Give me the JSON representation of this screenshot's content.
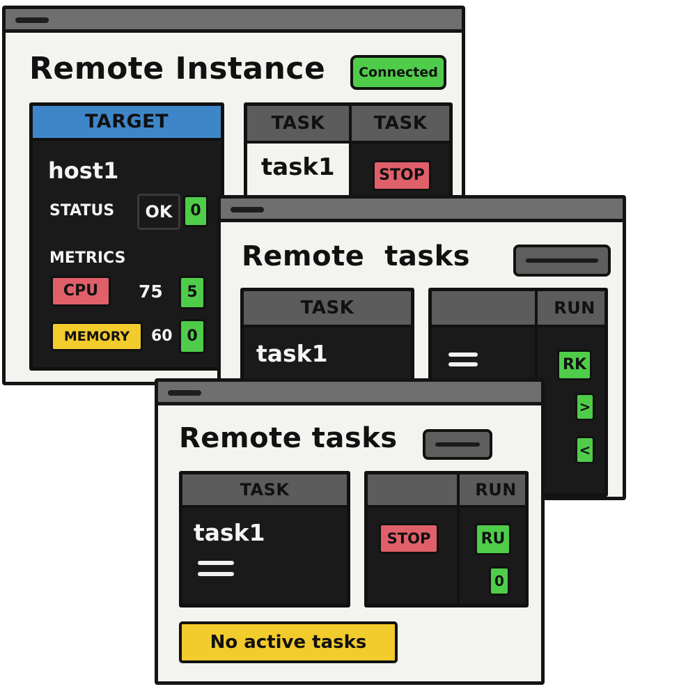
{
  "window1": {
    "title": "Remote Instance",
    "connection_badge": "Connected",
    "target_panel": {
      "header": "TARGET",
      "host": "host1",
      "status_label": "STATUS",
      "status_value": "OK",
      "status_chip": "0",
      "metrics_label": "METRICS",
      "cpu_label": "CPU",
      "cpu_value": "75",
      "cpu_chip": "5",
      "memory_label": "MEMORY",
      "memory_value": "60",
      "memory_chip": "0"
    },
    "task_table": {
      "headers": [
        "TASK",
        "TASK"
      ],
      "task_name": "task1",
      "action": "STOP"
    }
  },
  "window2": {
    "title": "Remote  tasks",
    "task_panel": {
      "header": "TASK",
      "task_name": "task1"
    },
    "run_panel": {
      "header": "RUN",
      "run_button": "RK",
      "next_button": ">",
      "prev_button": "<"
    }
  },
  "window3": {
    "title": "Remote tasks",
    "task_panel": {
      "header": "TASK",
      "task_name": "task1"
    },
    "run_panel": {
      "header": "RUN",
      "stop_button": "STOP",
      "run_button": "RU",
      "zero_chip": "0"
    },
    "empty_state": "No active tasks"
  },
  "colors": {
    "green": "#4fcd4a",
    "red": "#e0606a",
    "yellow": "#f2cb2c",
    "blue": "#3f86c9",
    "panel_dark": "#1a1a1a",
    "header_gray": "#5c5c5c"
  }
}
